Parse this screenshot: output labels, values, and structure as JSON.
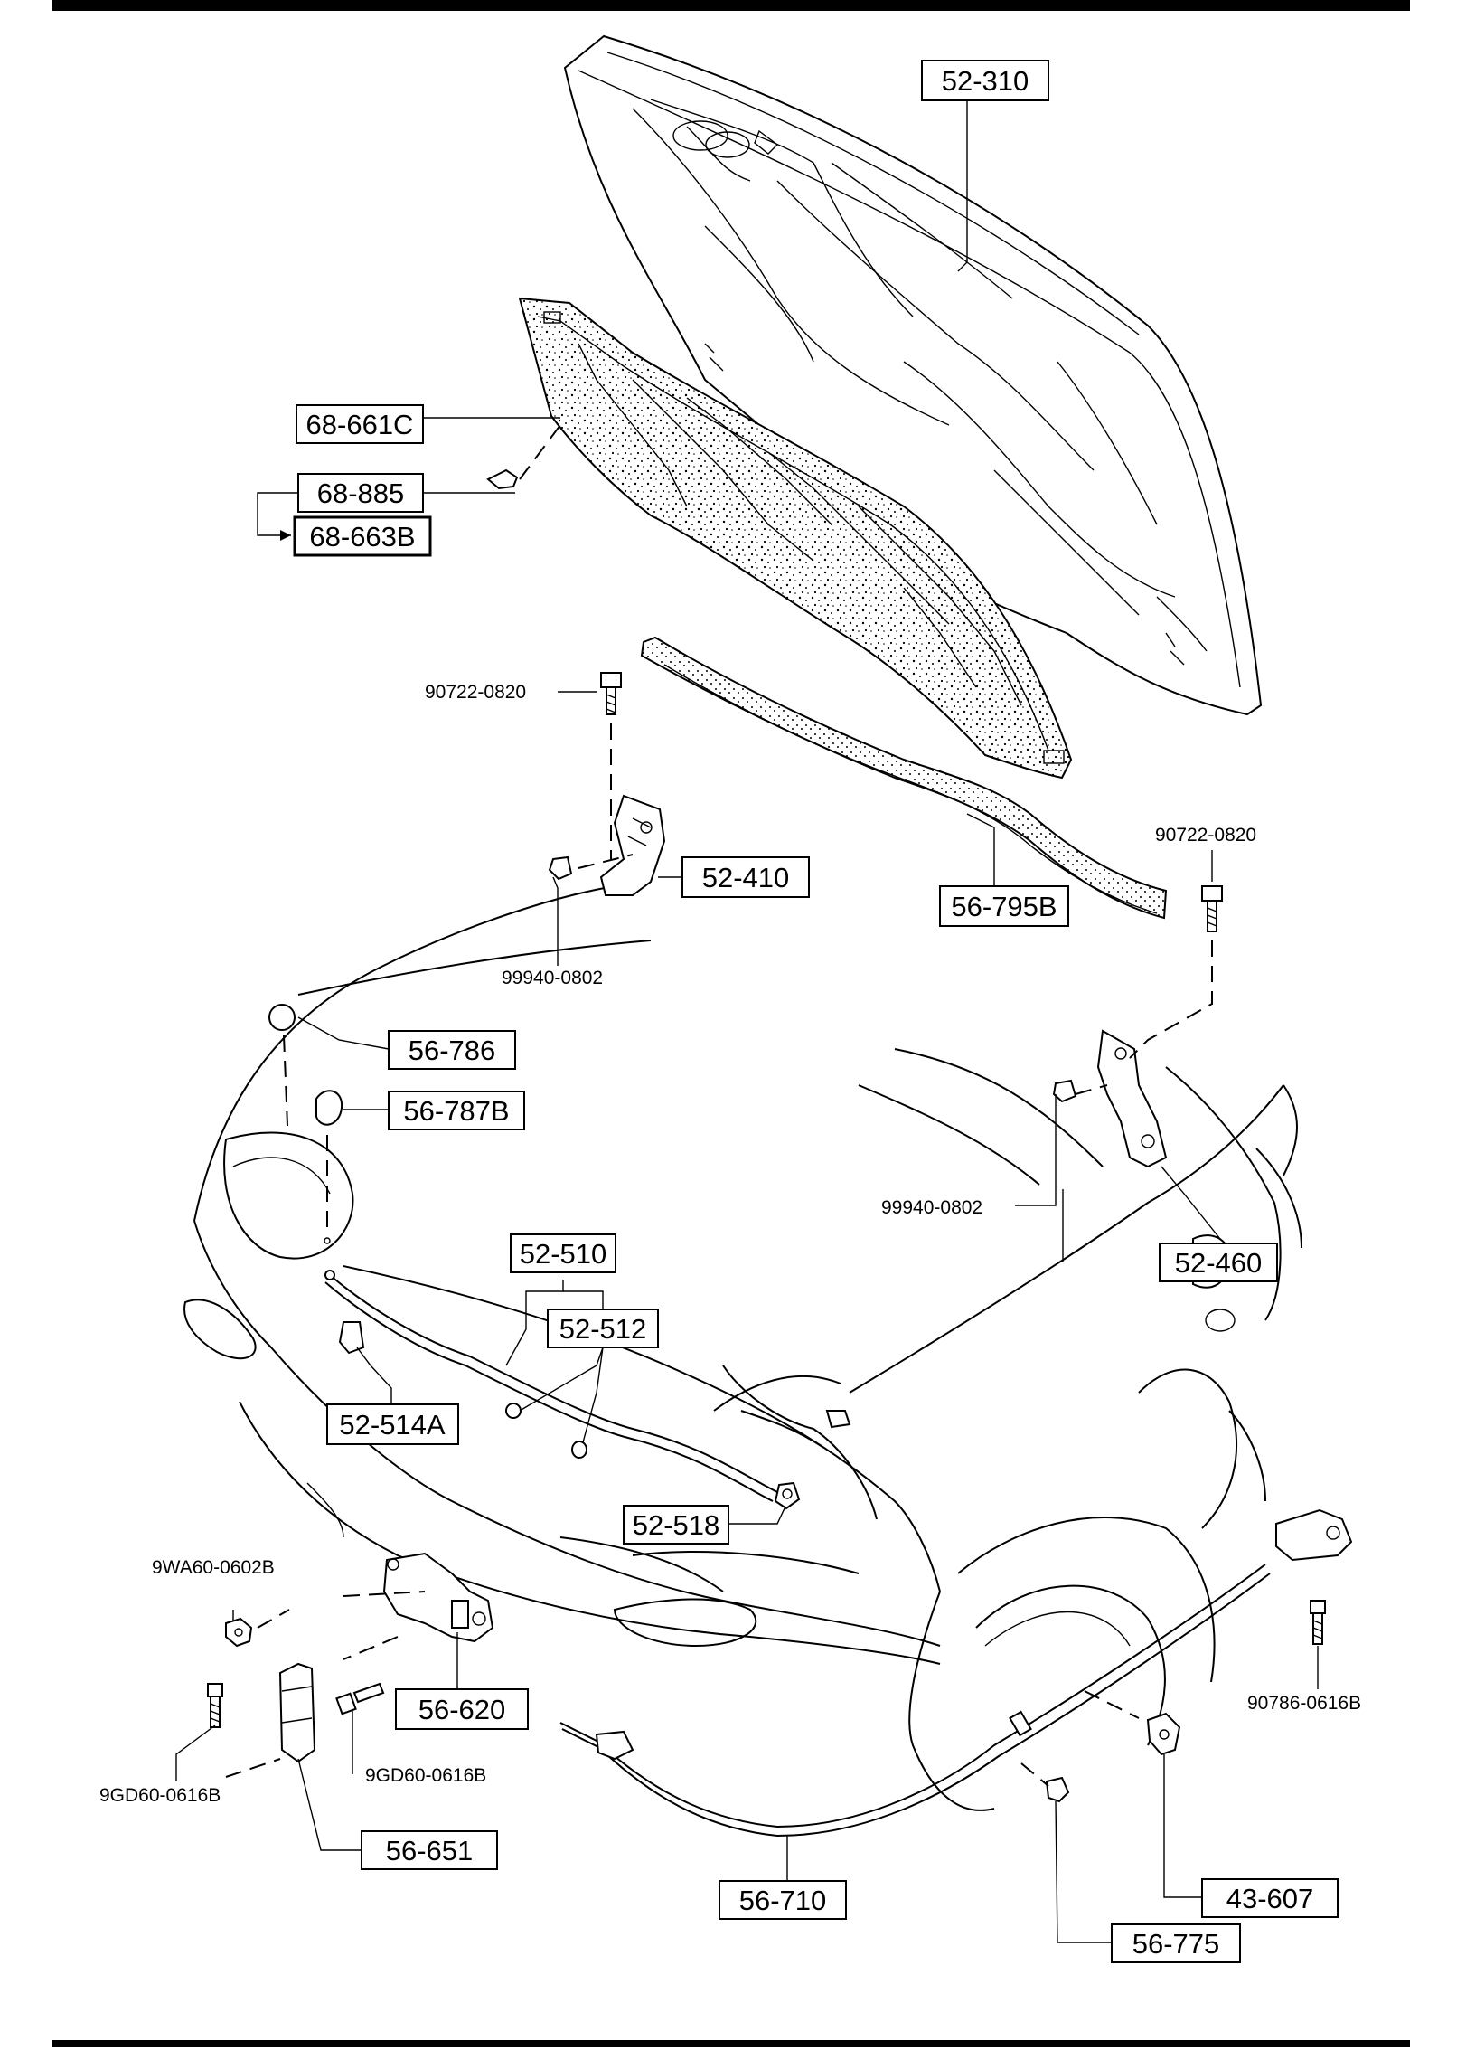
{
  "callouts": {
    "c52_310": "52-310",
    "c68_661c": "68-661C",
    "c68_885": "68-885",
    "c68_663b": "68-663B",
    "c52_410": "52-410",
    "c56_795b": "56-795B",
    "c56_786": "56-786",
    "c56_787b": "56-787B",
    "c52_510": "52-510",
    "c52_512": "52-512",
    "c52_514a": "52-514A",
    "c52_518": "52-518",
    "c52_460": "52-460",
    "c56_620": "56-620",
    "c56_651": "56-651",
    "c56_710": "56-710",
    "c56_775": "56-775",
    "c43_607": "43-607"
  },
  "part_numbers": {
    "p90722_left": "90722-0820",
    "p90722_right": "90722-0820",
    "p99940_left": "99940-0802",
    "p99940_right": "99940-0802",
    "p9wa60": "9WA60-0602B",
    "p9gd60_mid": "9GD60-0616B",
    "p9gd60_left": "9GD60-0616B",
    "p90786": "90786-0616B"
  }
}
